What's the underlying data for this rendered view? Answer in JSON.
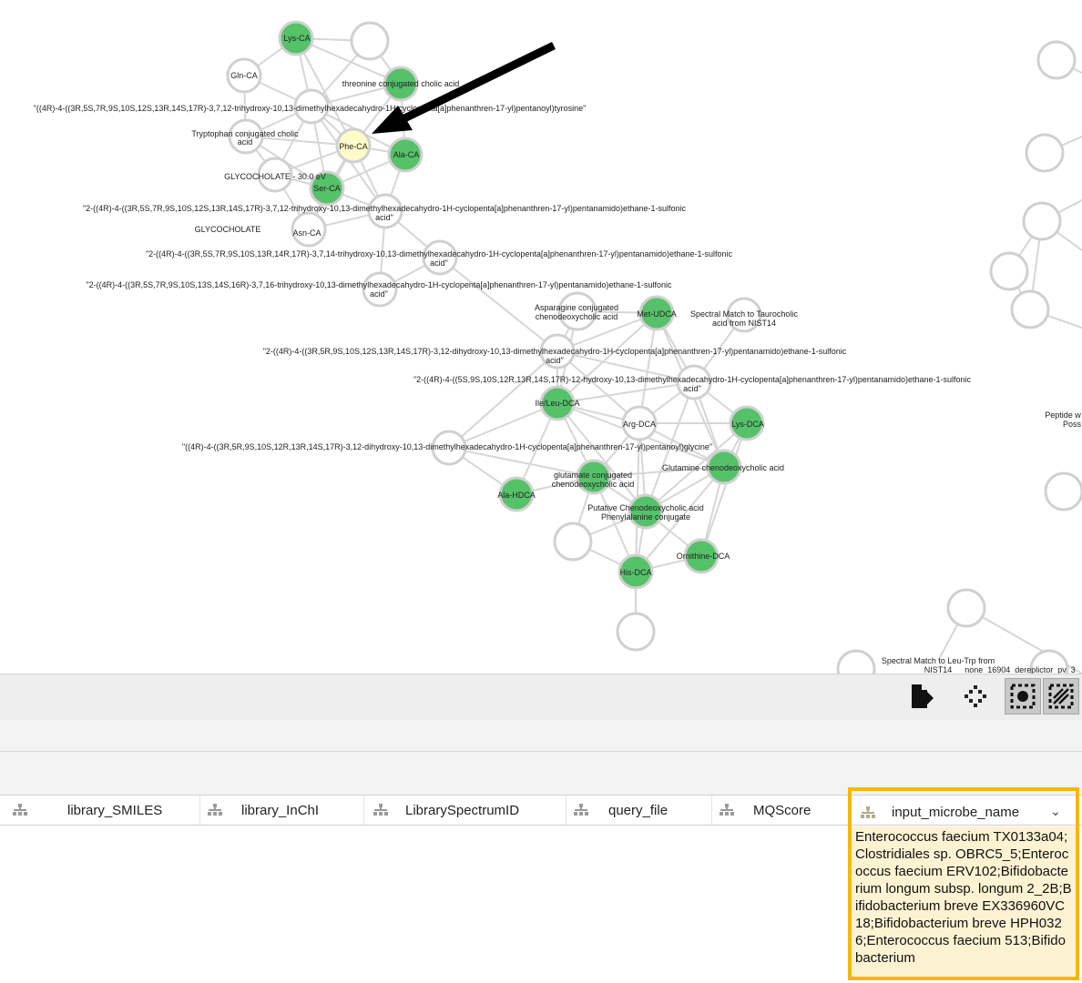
{
  "network": {
    "node_labels": {
      "lys_ca": "Lys-CA",
      "gln_ca": "Gln-CA",
      "threonine": "threonine conjugated cholic acid",
      "tyrosine": "\"((4R)-4-((3R,5S,7R,9S,10S,12S,13R,14S,17R)-3,7,12-trihydroxy-10,13-dimethylhexadecahydro-1H-cyclopenta[a]phenanthren-17-yl)pentanoyl)tyrosine\"",
      "tryptophan_line1": "Tryptophan conjugated cholic",
      "tryptophan_line2": "acid",
      "phe_ca": "Phe-CA",
      "ala_ca": "Ala-CA",
      "glycocholate_30": "GLYCOCHOLATE - 30.0 eV",
      "ser_ca": "Ser-CA",
      "sulfonic1_line1": "\"2-((4R)-4-((3R,5S,7R,9S,10S,12S,13R,14S,17R)-3,7,12-trihydroxy-10,13-dimethylhexadecahydro-1H-cyclopenta[a]phenanthren-17-yl)pentanamido)ethane-1-sulfonic",
      "sulfonic_line2": "acid\"",
      "glycocholate": "GLYCOCHOLATE",
      "asn_ca": "Asn-CA",
      "sulfonic2_line1": "\"2-((4R)-4-((3R,5S,7R,9S,10S,13R,14R,17R)-3,7,14-trihydroxy-10,13-dimethylhexadecahydro-1H-cyclopenta[a]phenanthren-17-yl)pentanamido)ethane-1-sulfonic",
      "sulfonic3_line1": "\"2-((4R)-4-((3R,5S,7R,9S,10S,13S,14S,16R)-3,7,16-trihydroxy-10,13-dimethylhexadecahydro-1H-cyclopenta[a]phenanthren-17-yl)pentanamido)ethane-1-sulfonic",
      "asparagine_line1": "Asparagine conjugated",
      "asparagine_line2": "chenodeoxycholic acid",
      "met_udca": "Met-UDCA",
      "taurocholic_line1": "Spectral Match to Taurocholic",
      "taurocholic_line2": "acid from NIST14",
      "sulfonic4_line1": "\"2-((4R)-4-((3R,5R,9S,10S,12S,13R,14S,17R)-3,12-dihydroxy-10,13-dimethylhexadecahydro-1H-cyclopenta[a]phenanthren-17-yl)pentanamido)ethane-1-sulfonic",
      "sulfonic5_line1": "\"2-((4R)-4-((5S,9S,10S,12R,13R,14S,17R)-12-hydroxy-10,13-dimethylhexadecahydro-1H-cyclopenta[a]phenanthren-17-yl)pentanamido)ethane-1-sulfonic",
      "ile_leu_dca": "Ile/Leu-DCA",
      "arg_dca": "Arg-DCA",
      "lys_dca": "Lys-DCA",
      "glycine": "\"((4R)-4-((3R,5R,9S,10S,12R,13R,14S,17R)-3,12-dihydroxy-10,13-dimethylhexadecahydro-1H-cyclopenta[a]phenanthren-17-yl)pentanoyl)glycine\"",
      "glutamate_line1": "glutamate conjugated",
      "glutamate_line2": "chenodeoxycholic acid",
      "glutamine": "Glutamine chenodeoxycholic acid",
      "ala_hdca": "Ala-HDCA",
      "phenylalanine_line1": "Putative Chenodeoxycholic acid",
      "phenylalanine_line2": "Phenylalanine conjugate",
      "ornithine_dca": "Ornithine-DCA",
      "his_dca": "His-DCA",
      "peptide_line1": "Peptide w",
      "peptide_line2": "Poss",
      "leu_trp_line1": "Spectral Match to Leu-Trp from",
      "leu_trp_line2": "NIST14",
      "dereplictor": "none_16904_dereplictor_pv_3"
    },
    "colors": {
      "match_node": "#55c26a",
      "selected_node": "#fffbc8",
      "edge": "#d6d6d6",
      "arrow": "#000000"
    }
  },
  "toolbar": {
    "icons": [
      "export-table-icon",
      "layout-icon",
      "select-nodes-icon",
      "select-all-icon"
    ]
  },
  "table": {
    "columns": [
      {
        "label": "library_SMILES",
        "icon": "shared-column-icon"
      },
      {
        "label": "library_InChI",
        "icon": "shared-column-icon"
      },
      {
        "label": "LibrarySpectrumID",
        "icon": "shared-column-icon"
      },
      {
        "label": "query_file",
        "icon": "shared-column-icon"
      },
      {
        "label": "MQScore",
        "icon": "shared-column-icon"
      },
      {
        "label": "input_microbe_name",
        "icon": "shared-column-icon"
      }
    ],
    "cell_editor_value": "Enterococcus faecium TX0133a04;Clostridiales sp. OBRC5_5;Enterococcus faecium ERV102;Bifidobacterium longum subsp. longum 2_2B;Bifidobacterium breve EX336960VC18;Bifidobacterium breve HPH0326;Enterococcus faecium 513;Bifidobacterium",
    "highlight_color": "#f5b800"
  }
}
